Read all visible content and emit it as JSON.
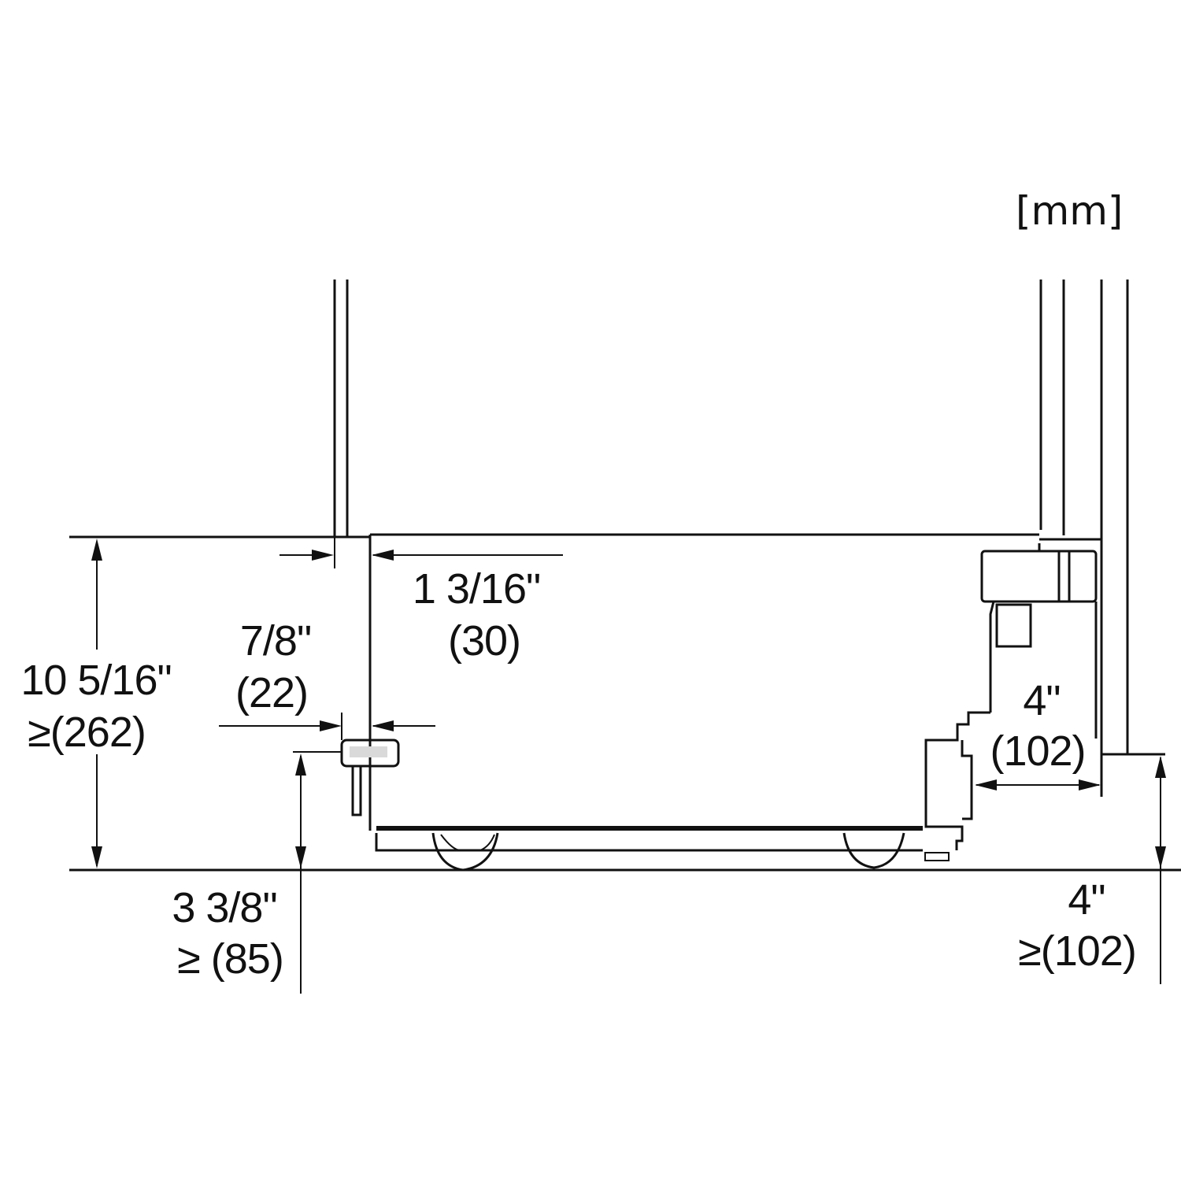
{
  "diagram": {
    "units_label": "[mm]",
    "dimensions": {
      "total_height": {
        "imperial": "10 5/16\"",
        "metric": "≥(262)"
      },
      "side_gap": {
        "imperial": "1 3/16\"",
        "metric": "(30)"
      },
      "connector_offset": {
        "imperial": "7/8\"",
        "metric": "(22)"
      },
      "connector_height": {
        "imperial": "3 3/8\"",
        "metric": "≥ (85)"
      },
      "rear_depth": {
        "imperial": "4\"",
        "metric": "(102)"
      },
      "rear_height": {
        "imperial": "4\"",
        "metric": "≥(102)"
      }
    },
    "colors": {
      "line": "#111111",
      "background": "#ffffff",
      "fill": "#d9d9d9"
    }
  }
}
